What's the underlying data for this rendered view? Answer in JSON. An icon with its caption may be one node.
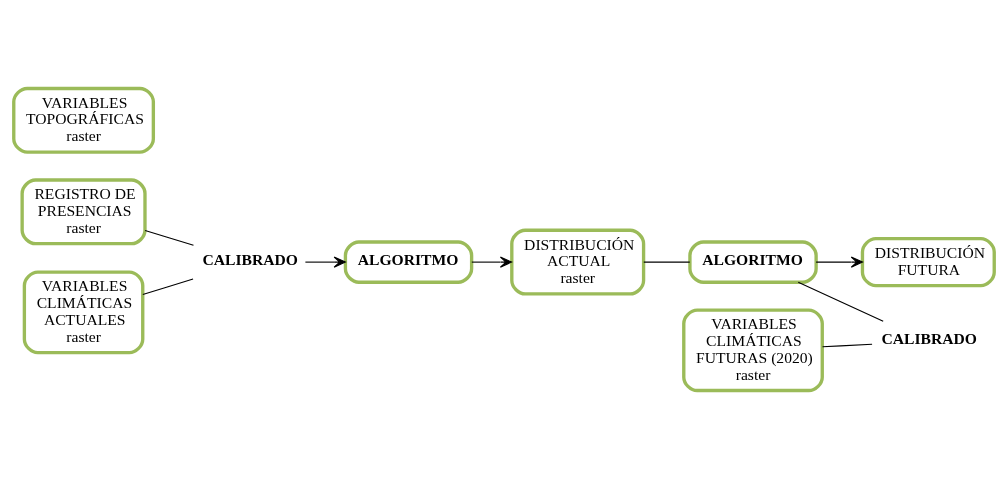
{
  "diagram": {
    "nodes": [
      {
        "text": [
          "REGISTRO DE PRESENCIAS",
          "raster"
        ]
      },
      {
        "text": [
          "VARIABLES TOPOGRÁFICAS",
          "raster"
        ]
      },
      {
        "text": [
          "VARIABLES CLIMÁTICAS ACTUALES",
          "raster"
        ]
      },
      {
        "text": [
          "CALIBRADO"
        ]
      },
      {
        "text": [
          "ALGORITMO"
        ]
      },
      {
        "text": [
          "DISTRIBUCIÓN ACTUAL",
          "raster"
        ]
      },
      {
        "text": [
          "ALGORITMO"
        ]
      },
      {
        "text": [
          "DISTRIBUCIÓN FUTURA"
        ]
      },
      {
        "text": [
          "VARIABLES CLIMÁTICAS FUTURAS (2020)",
          "raster"
        ]
      },
      {
        "text": [
          "CALIBRADO"
        ]
      }
    ],
    "edges": [
      {
        "from": 0,
        "to": 3,
        "arrow": "none"
      },
      {
        "from": 2,
        "to": 3,
        "arrow": "none"
      },
      {
        "from": 3,
        "to": 4,
        "arrow": "to"
      },
      {
        "from": 4,
        "to": 5,
        "arrow": "to"
      },
      {
        "from": 5,
        "to": 6,
        "arrow": "none"
      },
      {
        "from": 6,
        "to": 7,
        "arrow": "to"
      },
      {
        "from": 6,
        "to": 9,
        "arrow": "none"
      },
      {
        "from": 8,
        "to": 9,
        "arrow": "none"
      }
    ]
  }
}
